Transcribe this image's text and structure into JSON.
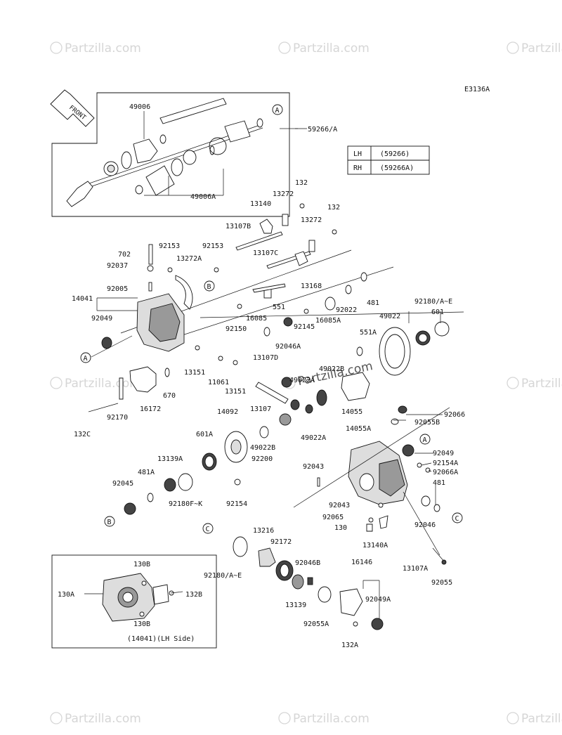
{
  "diagram_code": "E3136A",
  "watermark": "Partzilla.com",
  "front_label": "FRONT",
  "legend": {
    "rows": [
      {
        "side": "LH",
        "part": "(59266)"
      },
      {
        "side": "RH",
        "part": "(59266A)"
      }
    ]
  },
  "inset_caption": "(14041)(LH Side)",
  "markers": {
    "a": "A",
    "b": "B",
    "c": "C"
  },
  "labels": {
    "p49006": "49006",
    "p49006a": "49006A",
    "p59266a": "59266/A",
    "p132_1": "132",
    "p13272_1": "13272",
    "p13140": "13140",
    "p132_2": "132",
    "p13272_2": "13272",
    "p13107b": "13107B",
    "p702": "702",
    "p92153_1": "92153",
    "p92153_2": "92153",
    "p92037": "92037",
    "p13272a": "13272A",
    "p13107c": "13107C",
    "p14041": "14041",
    "p92005": "92005",
    "p13168": "13168",
    "p481_1": "481",
    "p551": "551",
    "p16085": "16085",
    "p92022": "92022",
    "p92180ae_1": "92180/A~E",
    "p92049_1": "92049",
    "p92150": "92150",
    "p92145": "92145",
    "p16085a": "16085A",
    "p49022_1": "49022",
    "p601": "601",
    "p92046a": "92046A",
    "p551a": "551A",
    "p13107d": "13107D",
    "p13151_1": "13151",
    "p11061": "11061",
    "p13151_2": "13151",
    "p49022b_1": "49022B",
    "p49022a_1": "49022A",
    "p670": "670",
    "p14055": "14055",
    "p16172": "16172",
    "p92170": "92170",
    "p13107": "13107",
    "p132c": "132C",
    "p14092": "14092",
    "p92066": "92066",
    "p92055b": "92055B",
    "p601a": "601A",
    "p49022a_2": "49022A",
    "p49022b_2": "49022B",
    "p14055a": "14055A",
    "p92200": "92200",
    "p13139a": "13139A",
    "p92049_2": "92049",
    "p92043_1": "92043",
    "p92154a": "92154A",
    "p92066a": "92066A",
    "p481a": "481A",
    "p92045": "92045",
    "p92180fk": "92180F~K",
    "p92154": "92154",
    "p481_2": "481",
    "p92043_2": "92043",
    "p92065": "92065",
    "p130": "130",
    "p92046": "92046",
    "p13216": "13216",
    "p92172": "92172",
    "p13140a": "13140A",
    "p130b_1": "130B",
    "p130a": "130A",
    "p132b": "132B",
    "p130b_2": "130B",
    "p92180ae_2": "92180/A~E",
    "p92046b": "92046B",
    "p16146": "16146",
    "p13107a": "13107A",
    "p92055": "92055",
    "p13139": "13139",
    "p92049a": "92049A",
    "p92055a": "92055A",
    "p132a": "132A"
  }
}
